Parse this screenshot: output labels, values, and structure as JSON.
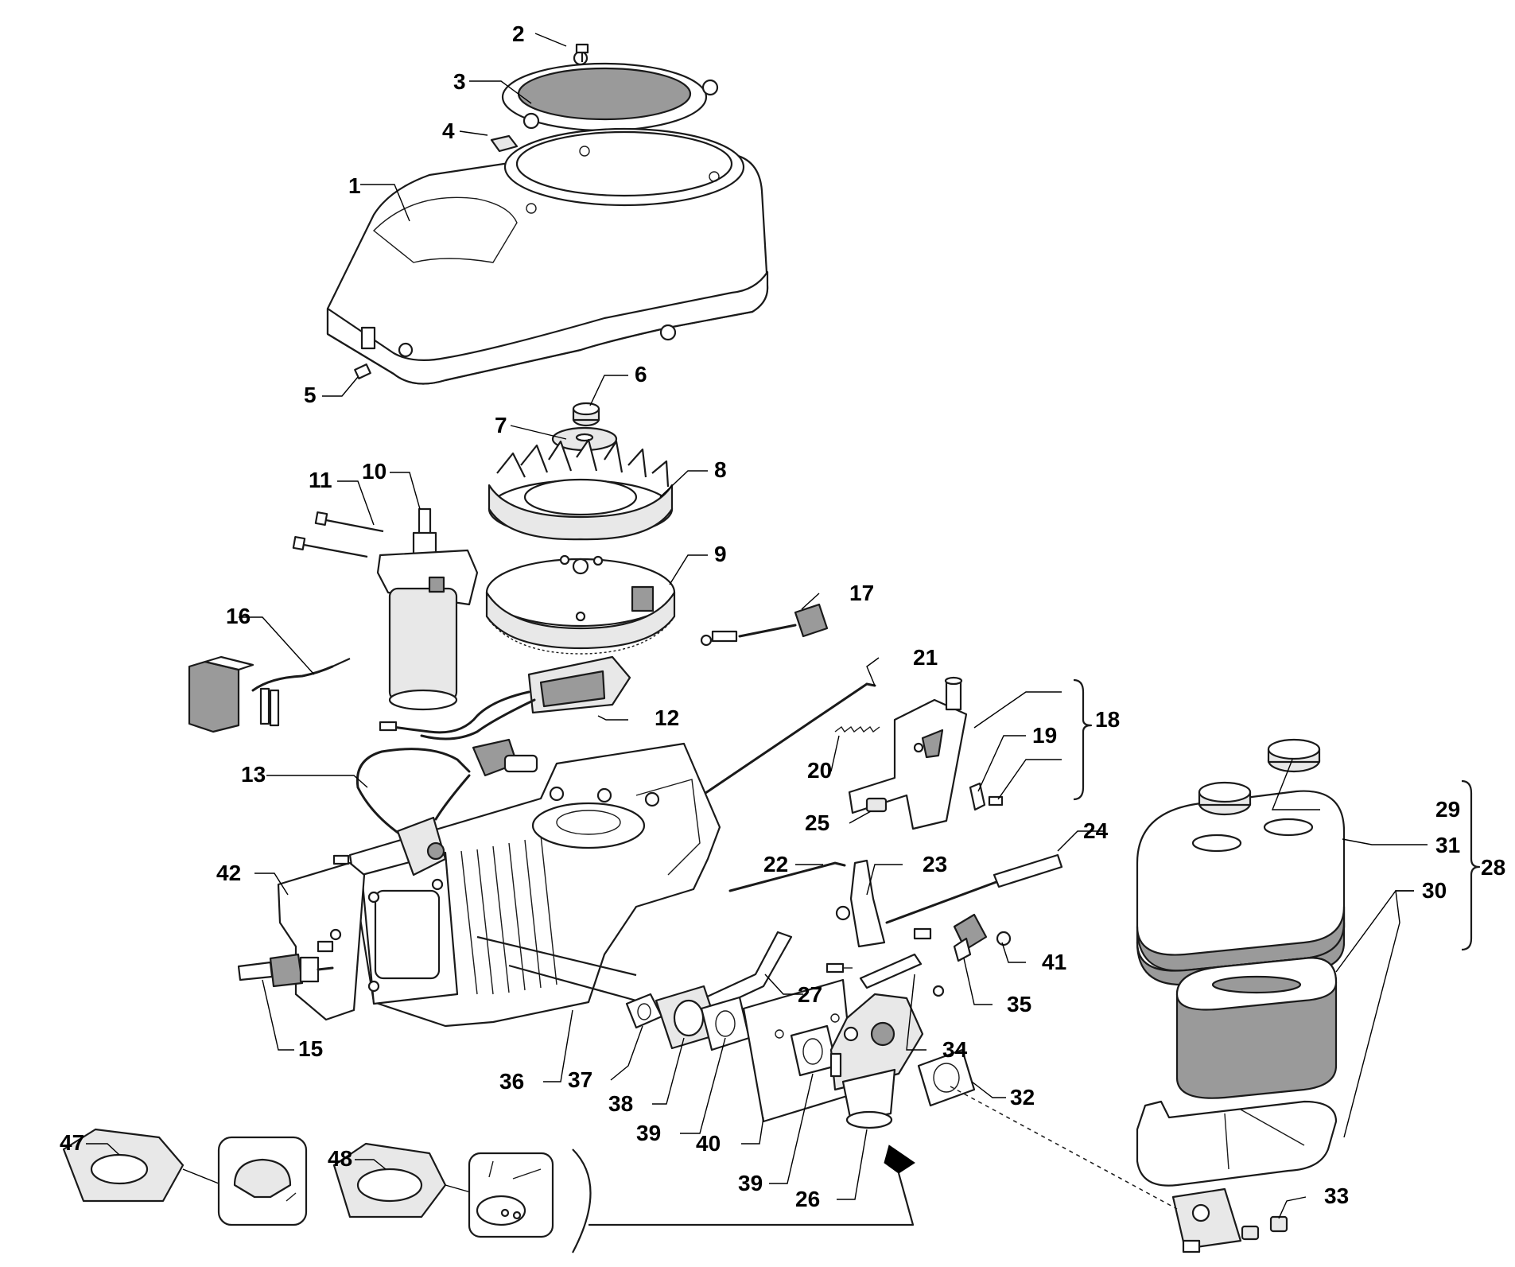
{
  "diagram": {
    "labels": [
      "1",
      "2",
      "3",
      "4",
      "5",
      "6",
      "7",
      "8",
      "9",
      "10",
      "11",
      "12",
      "13",
      "15",
      "16",
      "17",
      "18",
      "19",
      "20",
      "21",
      "22",
      "23",
      "24",
      "25",
      "26",
      "27",
      "28",
      "29",
      "30",
      "31",
      "32",
      "33",
      "34",
      "35",
      "36",
      "37",
      "38",
      "39",
      "40",
      "39",
      "41",
      "42",
      "47",
      "48"
    ]
  }
}
